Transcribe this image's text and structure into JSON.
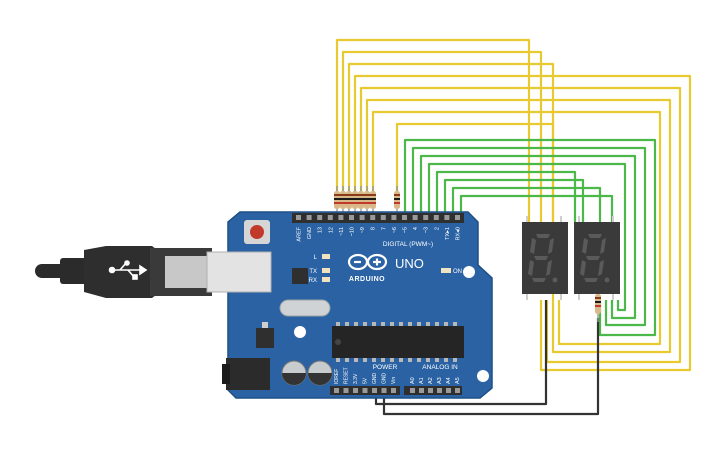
{
  "board": {
    "brand": "ARDUINO",
    "model": "UNO",
    "on_label": "ON",
    "digital_label": "DIGITAL (PWM~)",
    "power_label": "POWER",
    "analog_label": "ANALOG IN",
    "led_l": "L",
    "led_tx": "TX",
    "led_rx": "RX",
    "top_pins": [
      "AREF",
      "GND",
      "13",
      "12",
      "~11",
      "~10",
      "~9",
      "8",
      "7",
      "~6",
      "~5",
      "4",
      "~3",
      "2",
      "TX▸1",
      "RX◂0"
    ],
    "power_pins": [
      "IOREF",
      "RESET",
      "3.3V",
      "5V",
      "GND",
      "GND",
      "Vin"
    ],
    "analog_pins": [
      "A0",
      "A1",
      "A2",
      "A3",
      "A4",
      "A5"
    ]
  },
  "colors": {
    "board": "#2a62a3",
    "wire_yellow": "#e8c92f",
    "wire_green": "#4cb84a",
    "wire_black": "#333333",
    "display_red": "#5a5a5a"
  },
  "displays": {
    "count": 2
  },
  "cable": {
    "type": "usb-b"
  }
}
